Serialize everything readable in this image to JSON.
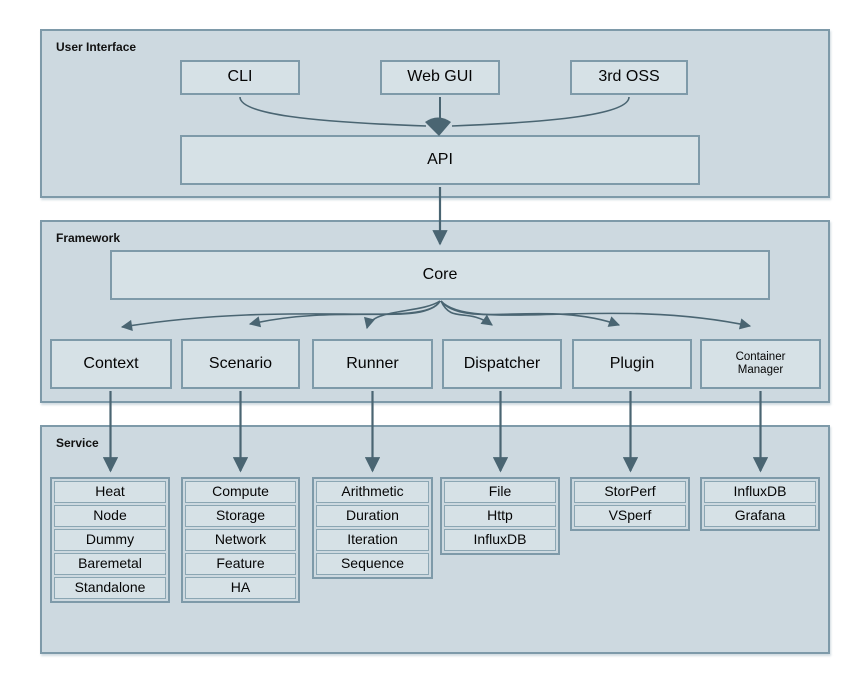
{
  "colors": {
    "page_background": "#ffffff",
    "panel_fill": "#cdd9e0",
    "panel_border": "#7e9aa9",
    "box_fill": "#d6e1e6",
    "box_border": "#7e9aa9",
    "cell_border": "#8ba6b3",
    "arrow": "#4a6572",
    "text": "#050505"
  },
  "layers": {
    "user_interface": {
      "label": "User Interface",
      "cli": "CLI",
      "web_gui": "Web GUI",
      "third_oss": "3rd OSS",
      "api": "API"
    },
    "framework": {
      "label": "Framework",
      "core": "Core",
      "modules": [
        "Context",
        "Scenario",
        "Runner",
        "Dispatcher",
        "Plugin"
      ],
      "container_manager": {
        "line1": "Container",
        "line2": "Manager"
      }
    },
    "service": {
      "label": "Service",
      "columns": [
        {
          "for_module": "Context",
          "items": [
            "Heat",
            "Node",
            "Dummy",
            "Baremetal",
            "Standalone"
          ]
        },
        {
          "for_module": "Scenario",
          "items": [
            "Compute",
            "Storage",
            "Network",
            "Feature",
            "HA"
          ]
        },
        {
          "for_module": "Runner",
          "items": [
            "Arithmetic",
            "Duration",
            "Iteration",
            "Sequence"
          ]
        },
        {
          "for_module": "Dispatcher",
          "items": [
            "File",
            "Http",
            "InfluxDB"
          ]
        },
        {
          "for_module": "Plugin",
          "items": [
            "StorPerf",
            "VSperf"
          ]
        },
        {
          "for_module": "Container Manager",
          "items": [
            "InfluxDB",
            "Grafana"
          ]
        }
      ]
    }
  },
  "edges": [
    {
      "from": "CLI",
      "to": "API"
    },
    {
      "from": "Web GUI",
      "to": "API"
    },
    {
      "from": "3rd OSS",
      "to": "API"
    },
    {
      "from": "API",
      "to": "Core"
    },
    {
      "from": "Core",
      "to": "Context"
    },
    {
      "from": "Core",
      "to": "Scenario"
    },
    {
      "from": "Core",
      "to": "Runner"
    },
    {
      "from": "Core",
      "to": "Dispatcher"
    },
    {
      "from": "Core",
      "to": "Plugin"
    },
    {
      "from": "Core",
      "to": "Container Manager"
    },
    {
      "from": "Context",
      "to": "Heat/Node/Dummy/Baremetal/Standalone"
    },
    {
      "from": "Scenario",
      "to": "Compute/Storage/Network/Feature/HA"
    },
    {
      "from": "Runner",
      "to": "Arithmetic/Duration/Iteration/Sequence"
    },
    {
      "from": "Dispatcher",
      "to": "File/Http/InfluxDB"
    },
    {
      "from": "Plugin",
      "to": "StorPerf/VSperf"
    },
    {
      "from": "Container Manager",
      "to": "InfluxDB/Grafana"
    }
  ]
}
